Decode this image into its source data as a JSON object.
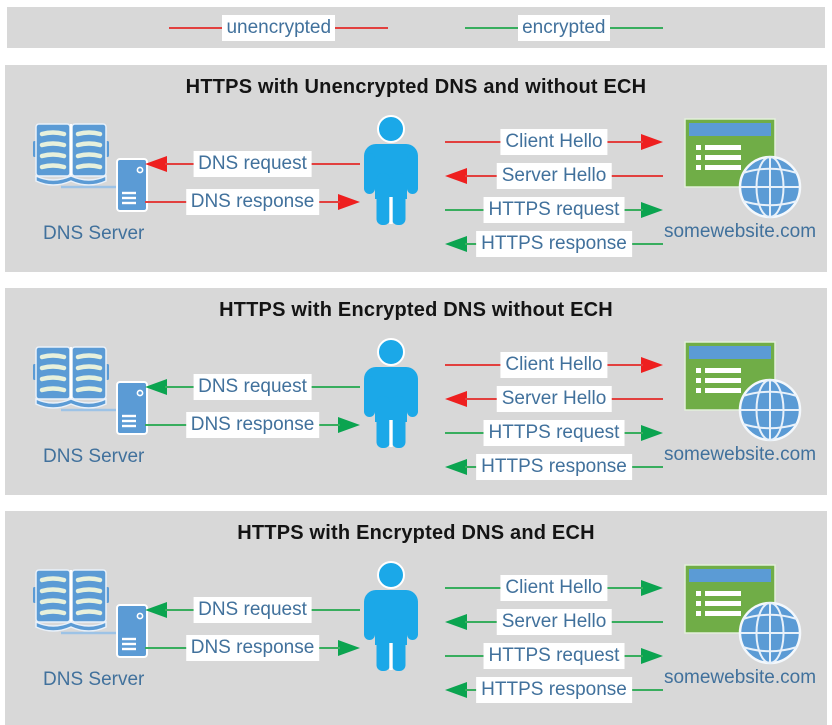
{
  "colors": {
    "red": "#E2403E",
    "green": "#38AD5E",
    "label_text": "#41719C",
    "panel_background": "#D8D8D8",
    "icon_blue": "#5B9BD5",
    "person_blue": "#1BA8E8",
    "website_green": "#70AD47"
  },
  "legend": {
    "items": [
      {
        "label": "unencrypted",
        "color": "red"
      },
      {
        "label": "encrypted",
        "color": "green"
      }
    ]
  },
  "panels": [
    {
      "title": "HTTPS with Unencrypted DNS and without ECH",
      "dns_server_label": "DNS Server",
      "website_label": "somewebsite.com",
      "arrows": {
        "dns_request": {
          "label": "DNS request",
          "color": "red",
          "direction": "left"
        },
        "dns_response": {
          "label": "DNS response",
          "color": "red",
          "direction": "right"
        },
        "client_hello": {
          "label": "Client Hello",
          "color": "red",
          "direction": "right"
        },
        "server_hello": {
          "label": "Server Hello",
          "color": "red",
          "direction": "left"
        },
        "https_request": {
          "label": "HTTPS request",
          "color": "green",
          "direction": "right"
        },
        "https_response": {
          "label": "HTTPS response",
          "color": "green",
          "direction": "left"
        }
      }
    },
    {
      "title": "HTTPS with Encrypted DNS without ECH",
      "dns_server_label": "DNS Server",
      "website_label": "somewebsite.com",
      "arrows": {
        "dns_request": {
          "label": "DNS request",
          "color": "green",
          "direction": "left"
        },
        "dns_response": {
          "label": "DNS response",
          "color": "green",
          "direction": "right"
        },
        "client_hello": {
          "label": "Client Hello",
          "color": "red",
          "direction": "right"
        },
        "server_hello": {
          "label": "Server Hello",
          "color": "red",
          "direction": "left"
        },
        "https_request": {
          "label": "HTTPS request",
          "color": "green",
          "direction": "right"
        },
        "https_response": {
          "label": "HTTPS response",
          "color": "green",
          "direction": "left"
        }
      }
    },
    {
      "title": "HTTPS with Encrypted DNS and ECH",
      "dns_server_label": "DNS Server",
      "website_label": "somewebsite.com",
      "arrows": {
        "dns_request": {
          "label": "DNS request",
          "color": "green",
          "direction": "left"
        },
        "dns_response": {
          "label": "DNS response",
          "color": "green",
          "direction": "right"
        },
        "client_hello": {
          "label": "Client Hello",
          "color": "green",
          "direction": "right"
        },
        "server_hello": {
          "label": "Server Hello",
          "color": "green",
          "direction": "left"
        },
        "https_request": {
          "label": "HTTPS request",
          "color": "green",
          "direction": "right"
        },
        "https_response": {
          "label": "HTTPS response",
          "color": "green",
          "direction": "left"
        }
      }
    }
  ]
}
